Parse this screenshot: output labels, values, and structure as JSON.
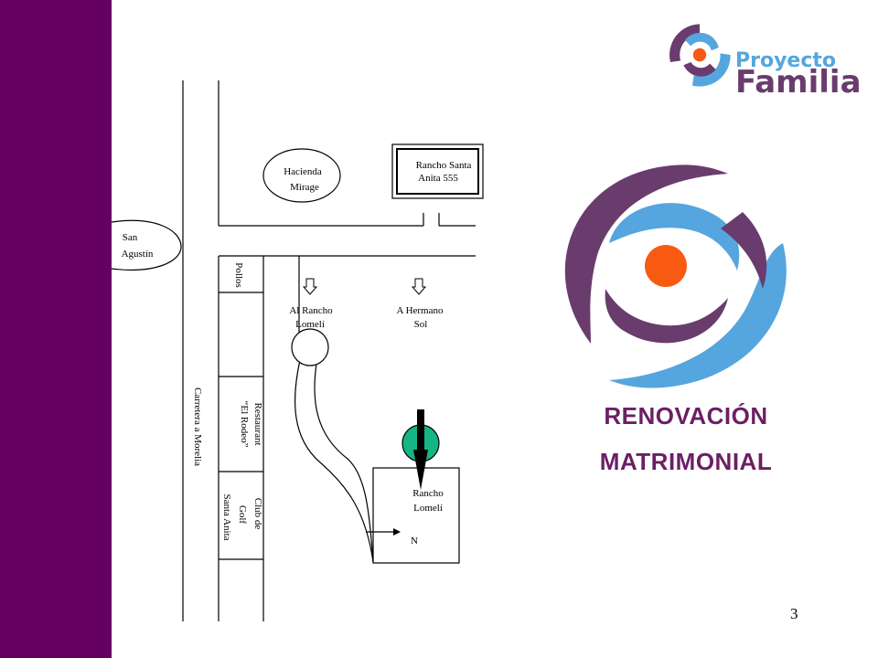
{
  "brand": {
    "name_line_1": "Proyecto",
    "name_line_2": "Familia",
    "colors": {
      "purple": "#6a3c6e",
      "blue": "#55a6de",
      "orange": "#f85a12",
      "side_band": "#650062"
    },
    "logo_icon": "swirl-logo-icon"
  },
  "title": {
    "line_1": "RENOVACIÓN",
    "line_2": "MATRIMONIAL"
  },
  "map": {
    "places": {
      "san_agustin": [
        "San",
        "Agustín"
      ],
      "hacienda": [
        "Hacienda",
        "Mirage"
      ],
      "rancho_santa_anita": [
        "Rancho Santa",
        "Anita 555"
      ],
      "pollos": "Pollos",
      "al_rancho": [
        "Al Rancho",
        "Lomelí"
      ],
      "a_hermano": [
        "A Hermano",
        "Sol"
      ],
      "carretera": "Carretera  a  Morelia",
      "restaurant": [
        "Restaurant",
        "“El Rodeo”"
      ],
      "club_golf": [
        "Club de",
        "Golf",
        "Santa Anita"
      ],
      "rancho_lomeli": [
        "Rancho",
        "Lomelí"
      ],
      "north": "N"
    },
    "icons": [
      "down-arrow-icon",
      "north-arrow-icon",
      "destination-dot-icon"
    ]
  },
  "page_number": "3"
}
